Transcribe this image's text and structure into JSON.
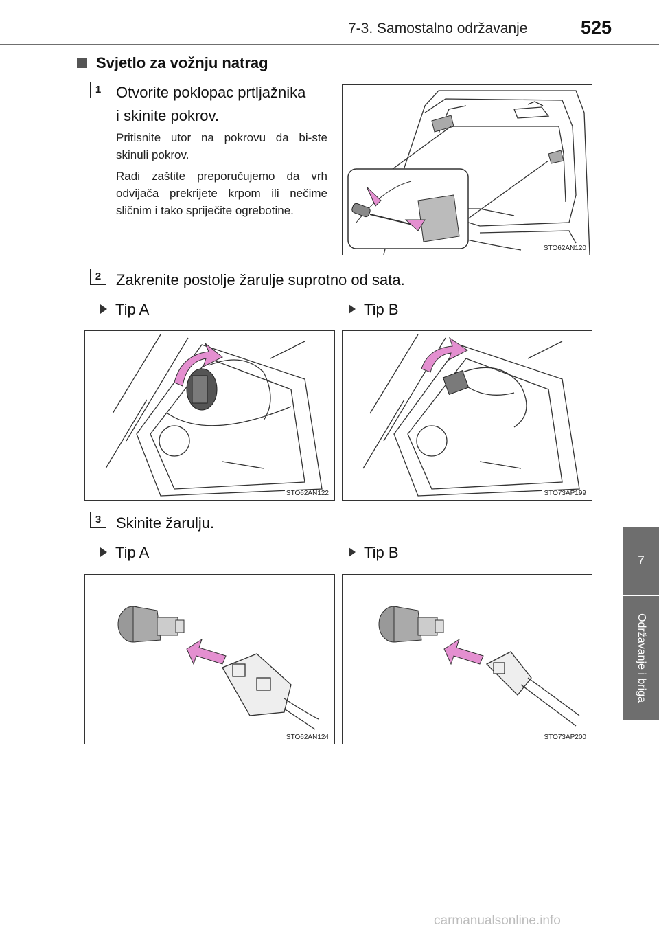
{
  "header": {
    "section": "7-3. Samostalno održavanje",
    "page": "525"
  },
  "side_tab": {
    "chapter": "7",
    "label": "Održavanje i briga"
  },
  "section": {
    "title": "Svjetlo za vožnju natrag"
  },
  "steps": [
    {
      "number": "1",
      "text_line1": "Otvorite poklopac prtljažnika",
      "text_line2": "i skinite pokrov.",
      "notes": [
        "Pritisnite utor na pokrovu da bi-ste skinuli pokrov.",
        "Radi zaštite preporučujemo da vrh odvijača prekrijete krpom ili nečime sličnim i tako spriječite ogrebotine."
      ],
      "figure_code": "STO62AN120"
    },
    {
      "number": "2",
      "text": "Zakrenite postolje žarulje suprotno od sata.",
      "tip_a": "Tip A",
      "tip_b": "Tip B",
      "figure_a_code": "STO62AN122",
      "figure_b_code": "STO73AP199"
    },
    {
      "number": "3",
      "text": "Skinite žarulju.",
      "tip_a": "Tip A",
      "tip_b": "Tip B",
      "figure_a_code": "STO62AN124",
      "figure_b_code": "STO73AP200"
    }
  ],
  "watermark": "carmanualsonline.info",
  "colors": {
    "side_tab": "#6e6e6e",
    "arrow_pink": "#e48fd0",
    "rule": "#6f6f6f"
  }
}
